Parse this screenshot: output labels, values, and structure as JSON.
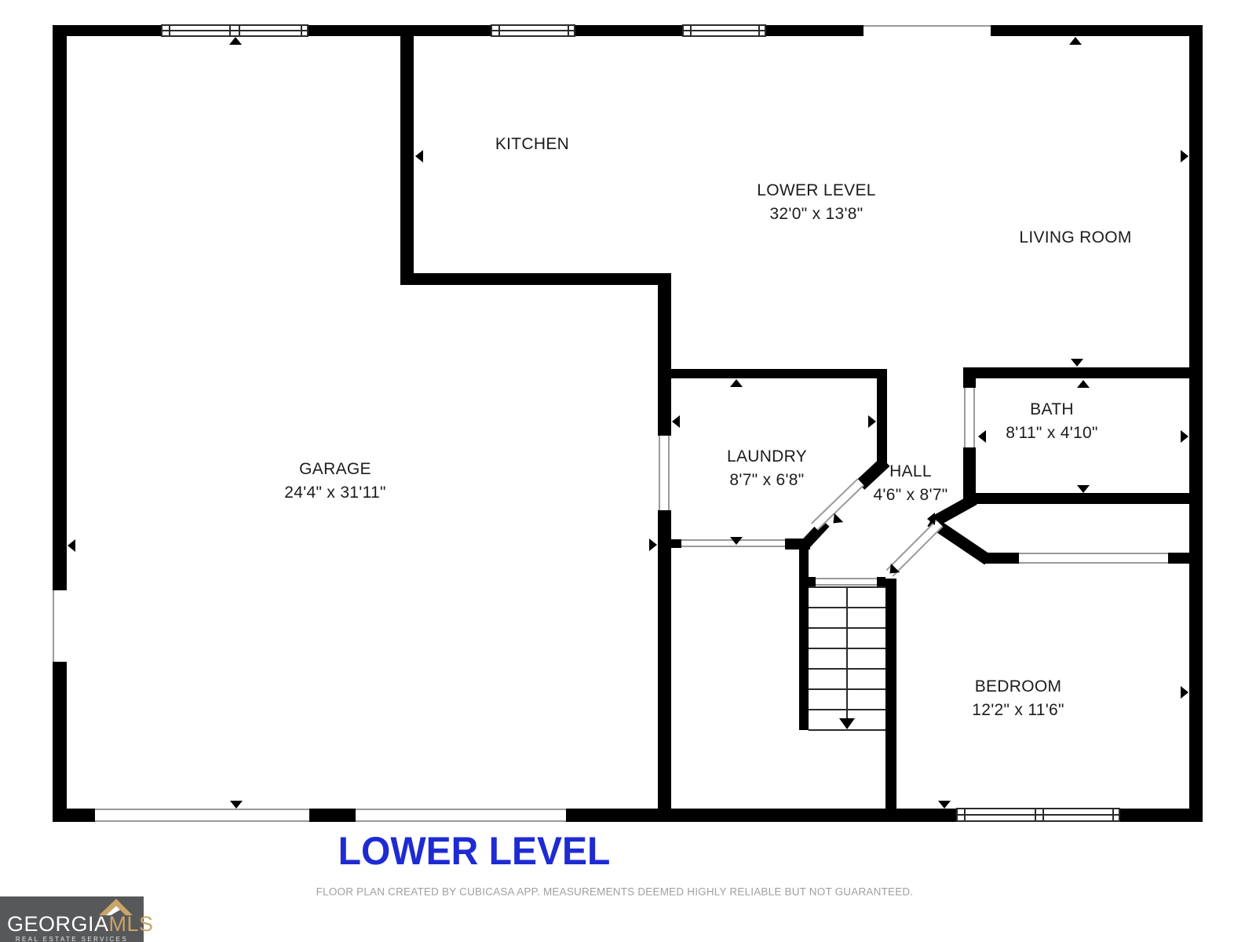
{
  "plan": {
    "rooms": {
      "kitchen": {
        "name": "KITCHEN"
      },
      "lower_level": {
        "name": "LOWER LEVEL",
        "dims": "32'0\" x 13'8\""
      },
      "living_room": {
        "name": "LIVING ROOM"
      },
      "garage": {
        "name": "GARAGE",
        "dims": "24'4\" x 31'11\""
      },
      "laundry": {
        "name": "LAUNDRY",
        "dims": "8'7\" x 6'8\""
      },
      "hall": {
        "name": "HALL",
        "dims": "4'6\" x 8'7\""
      },
      "bath": {
        "name": "BATH",
        "dims": "8'11\" x 4'10\""
      },
      "bedroom": {
        "name": "BEDROOM",
        "dims": "12'2\" x 11'6\""
      }
    }
  },
  "footer": {
    "title": "LOWER LEVEL",
    "disclaimer": "FLOOR PLAN CREATED BY CUBICASA APP. MEASUREMENTS DEEMED HIGHLY RELIABLE BUT NOT GUARANTEED.",
    "logo": {
      "brand": "GEORGIA",
      "brand_accent": "MLS",
      "tagline": "REAL ESTATE SERVICES"
    }
  },
  "colors": {
    "wall": "#000000",
    "title_blue": "#1e2bd3",
    "logo_bg": "#57585a",
    "logo_gold": "#c9a567",
    "disclaimer_gray": "#a0a0a0"
  }
}
